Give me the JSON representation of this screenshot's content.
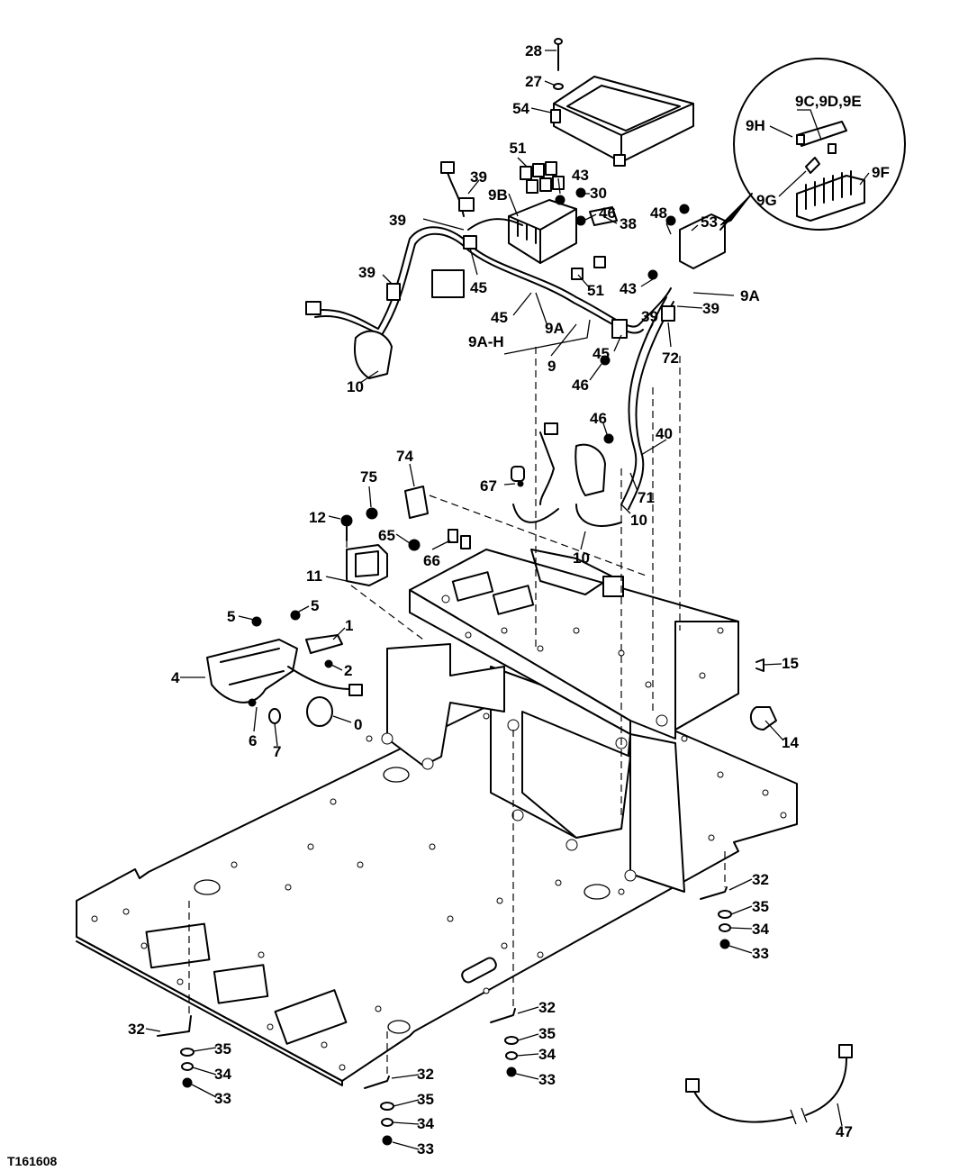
{
  "figure_id": "T161608",
  "labels": {
    "l28": "28",
    "l27": "27",
    "l54": "54",
    "l51": "51",
    "l43a": "43",
    "l39a": "39",
    "l9b": "9B",
    "l30": "30",
    "l46a": "46",
    "l39b": "39",
    "l38": "38",
    "l45a": "45",
    "l51b": "51",
    "l39c": "39",
    "l45b": "45",
    "l9a1": "9A",
    "l9ah": "9A-H",
    "l9": "9",
    "l45c": "45",
    "l46b": "46",
    "l10a": "10",
    "l48": "48",
    "l53": "53",
    "l43b": "43",
    "l9a2": "9A",
    "l39d": "39",
    "l39e": "39",
    "l72": "72",
    "l9c": "9C,9D,9E",
    "l9h": "9H",
    "l9g": "9G",
    "l9f": "9F",
    "l46c": "46",
    "l40": "40",
    "l71": "71",
    "l10b": "10",
    "l67": "67",
    "l10c": "10",
    "l74": "74",
    "l75": "75",
    "l12": "12",
    "l65": "65",
    "l66": "66",
    "l11": "11",
    "l5a": "5",
    "l5b": "5",
    "l1": "1",
    "l2": "2",
    "l4": "4",
    "l0": "0",
    "l6": "6",
    "l7": "7",
    "l15": "15",
    "l14": "14",
    "l32a": "32",
    "l35a": "35",
    "l34a": "34",
    "l33a": "33",
    "l32b": "32",
    "l35b": "35",
    "l34b": "34",
    "l33b": "33",
    "l32c": "32",
    "l35c": "35",
    "l34c": "34",
    "l33c": "33",
    "l32d": "32",
    "l35d": "35",
    "l34d": "34",
    "l33d": "33",
    "l47": "47"
  }
}
